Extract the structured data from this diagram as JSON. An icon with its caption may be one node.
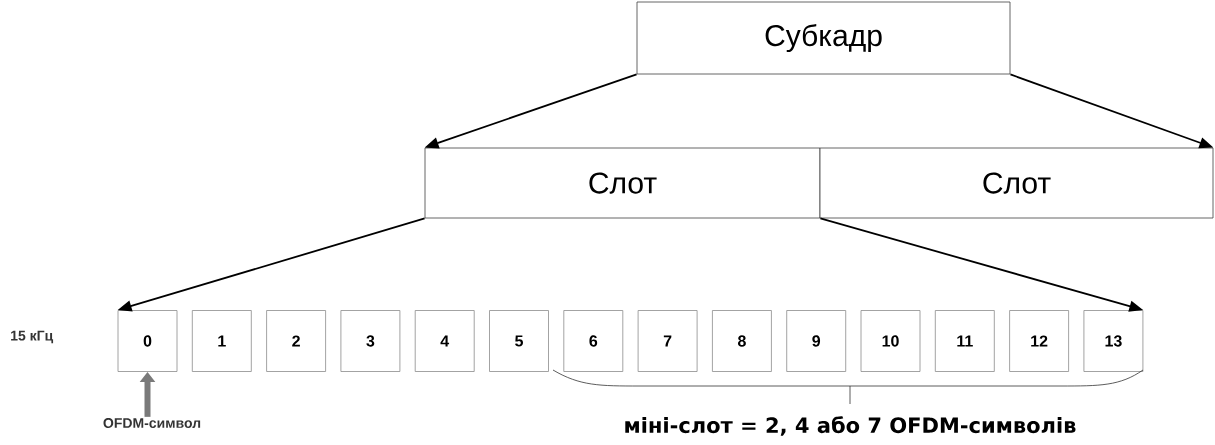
{
  "diagram": {
    "nodes": [
      {
        "text": [
          "Субкадр"
        ]
      },
      {
        "text": [
          "Слот"
        ]
      },
      {
        "text": [
          "Слот"
        ]
      },
      {
        "text": [
          "0"
        ]
      },
      {
        "text": [
          "1"
        ]
      },
      {
        "text": [
          "2"
        ]
      },
      {
        "text": [
          "3"
        ]
      },
      {
        "text": [
          "4"
        ]
      },
      {
        "text": [
          "5"
        ]
      },
      {
        "text": [
          "6"
        ]
      },
      {
        "text": [
          "7"
        ]
      },
      {
        "text": [
          "8"
        ]
      },
      {
        "text": [
          "9"
        ]
      },
      {
        "text": [
          "10"
        ]
      },
      {
        "text": [
          "11"
        ]
      },
      {
        "text": [
          "12"
        ]
      },
      {
        "text": [
          "13"
        ]
      },
      {
        "text": [
          "OFDM-символ"
        ]
      }
    ],
    "edges": [
      {
        "from": 0,
        "to": 1,
        "arrow": "to"
      },
      {
        "from": 0,
        "to": 2,
        "arrow": "to"
      },
      {
        "from": 1,
        "to": 3,
        "arrow": "to"
      },
      {
        "from": 1,
        "to": 16,
        "arrow": "to"
      },
      {
        "from": 17,
        "to": 3,
        "arrow": "to",
        "style": "thick",
        "color": "#7a7a7a"
      }
    ],
    "labels": [
      "15 кГц",
      "міні-слот = 2, 4 або 7 OFDM-символів"
    ]
  }
}
